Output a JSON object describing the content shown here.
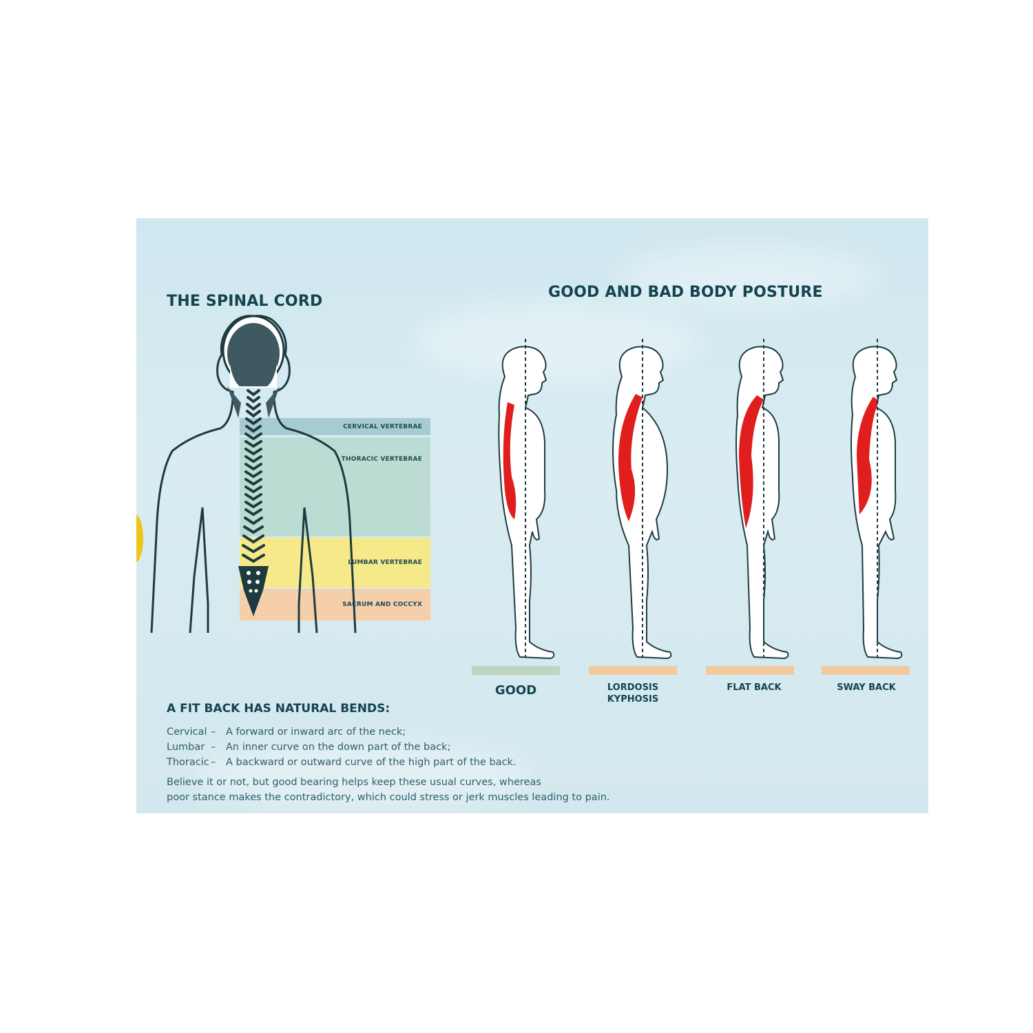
{
  "left_section": {
    "title": "THE SPINAL CORD",
    "vertebrae_bands": [
      {
        "label": "CERVICAL VERTEBRAE",
        "color": "#a7cbd3"
      },
      {
        "label": "THORACIC  VERTEBRAE",
        "color": "#bcdcd3"
      },
      {
        "label": "LUMBAR VERTEBRAE",
        "color": "#f6e98a"
      },
      {
        "label": "SACRUM AND COCCYX",
        "color": "#f5cfaa"
      }
    ]
  },
  "right_section": {
    "title": "GOOD AND BAD BODY POSTURE",
    "postures": [
      {
        "label_line1": "GOOD",
        "label_line2": "",
        "floor_color": "#bcd6bf"
      },
      {
        "label_line1": "LORDOSIS",
        "label_line2": "KYPHOSIS",
        "floor_color": "#f3c99e"
      },
      {
        "label_line1": "FLAT BACK",
        "label_line2": "",
        "floor_color": "#f3c99e"
      },
      {
        "label_line1": "SWAY BACK",
        "label_line2": "",
        "floor_color": "#f3c99e"
      }
    ],
    "spine_color": "#e01e1e"
  },
  "natural_bends": {
    "heading": "A FIT BACK HAS NATURAL BENDS:",
    "items": [
      {
        "term": "Cervical",
        "dash": "–",
        "description": "A forward or inward arc of the neck;"
      },
      {
        "term": "Lumbar",
        "dash": "–",
        "description": "An inner curve on the down part of the back;"
      },
      {
        "term": "Thoracic",
        "dash": "–",
        "description": "A backward or outward curve of the high part of the back."
      }
    ],
    "note_line1": "Believe it or not, but good bearing helps keep these usual curves, whereas",
    "note_line2": "poor stance makes the contradictory, which could stress or jerk muscles leading to pain."
  }
}
